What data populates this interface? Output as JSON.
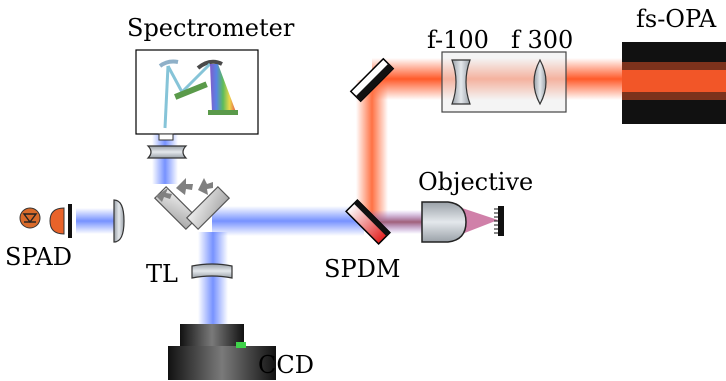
{
  "labels": {
    "spectrometer": "Spectrometer",
    "f100": "f-100",
    "f300": "f 300",
    "fs_opa": "fs-OPA",
    "objective": "Objective",
    "spad": "SPAD",
    "tl": "TL",
    "spdm": "SPDM",
    "ccd": "CCD"
  },
  "colors": {
    "pump_beam": "#ff5a2a",
    "signal_beam": "#6f8cff",
    "mirror_dark": "#1a1a1a",
    "optic_gray": "#c8cdd2",
    "laser_body": "#111111",
    "spectrum_green": "#3fa63f",
    "detector_orange": "#e8632a"
  }
}
